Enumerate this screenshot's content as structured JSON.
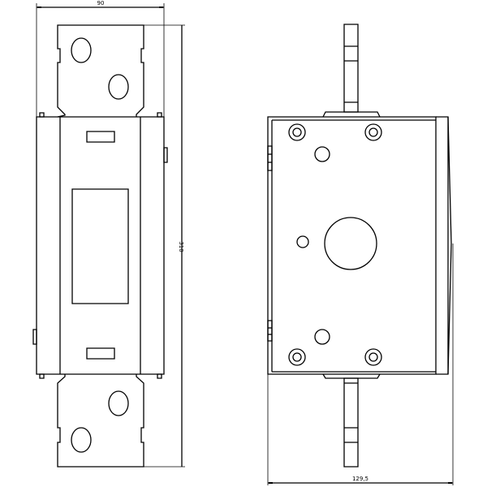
{
  "dimensions": {
    "width": "90",
    "height": "310",
    "depth": "129,5"
  },
  "colors": {
    "line": "#000000",
    "background": "#ffffff"
  }
}
